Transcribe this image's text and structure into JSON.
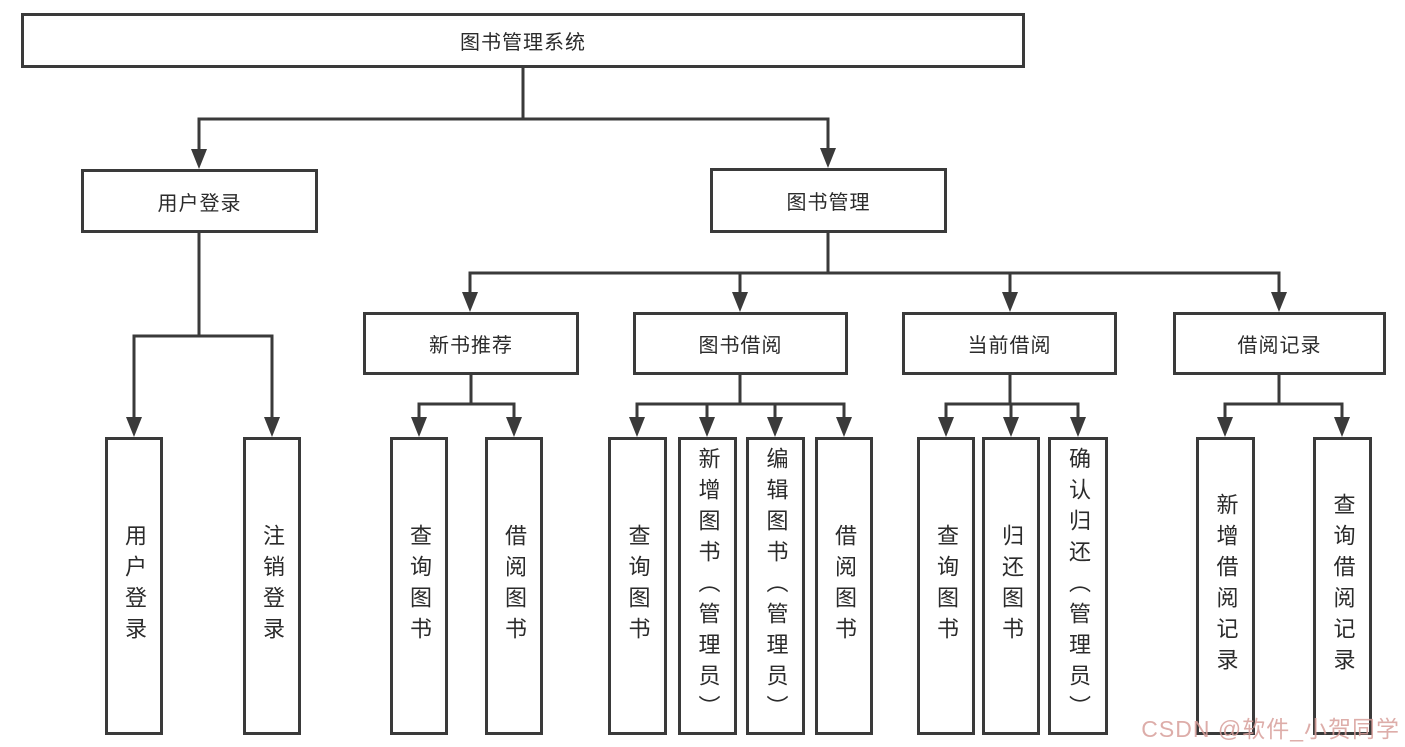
{
  "diagram": {
    "title": "图书管理系统",
    "branches": [
      {
        "label": "用户登录",
        "children": [
          {
            "label": "用户登录"
          },
          {
            "label": "注销登录"
          }
        ]
      },
      {
        "label": "图书管理",
        "children": [
          {
            "label": "新书推荐",
            "children": [
              {
                "label": "查询图书"
              },
              {
                "label": "借阅图书"
              }
            ]
          },
          {
            "label": "图书借阅",
            "children": [
              {
                "label": "查询图书"
              },
              {
                "label": "新增图书（管理员）"
              },
              {
                "label": "编辑图书（管理员）"
              },
              {
                "label": "借阅图书"
              }
            ]
          },
          {
            "label": "当前借阅",
            "children": [
              {
                "label": "查询图书"
              },
              {
                "label": "归还图书"
              },
              {
                "label": "确认归还（管理员）"
              }
            ]
          },
          {
            "label": "借阅记录",
            "children": [
              {
                "label": "新增借阅记录"
              },
              {
                "label": "查询借阅记录"
              }
            ]
          }
        ]
      }
    ]
  },
  "watermark": {
    "text": "CSDN @软件_小贺同学",
    "color": "#d89f9b"
  },
  "colors": {
    "line": "#3a3a3a",
    "node_text": "#2b2b2b",
    "background": "#ffffff"
  }
}
